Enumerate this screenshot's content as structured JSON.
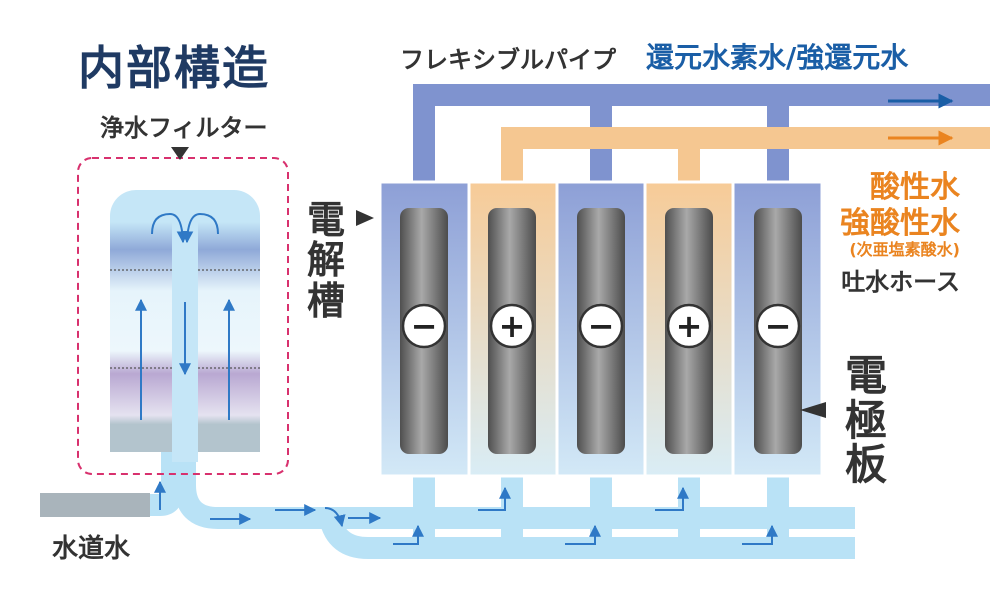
{
  "title": "内部構造",
  "labels": {
    "filter": "浄水フィルター",
    "flex_pipe": "フレキシブルパイプ",
    "reduced_water": "還元水素水/強還元水",
    "acid_water": "酸性水",
    "strong_acid_water": "強酸性水",
    "hypochlorous": "(次亜塩素酸水)",
    "discharge_hose": "吐水ホース",
    "electrolytic_cell": "電解槽",
    "electrode_plate": "電極板",
    "tap_water": "水道水"
  },
  "electrodes": [
    "−",
    "+",
    "−",
    "+",
    "−"
  ],
  "colors": {
    "title": "#1f3a63",
    "reduced_pipe": "#7f93cf",
    "acid_pipe": "#f5c791",
    "reduced_text": "#1a5ea6",
    "acid_text": "#ea8420",
    "water": "#b9e2f6",
    "flow_arrow": "#2f79c6",
    "filter_border": "#d8316e",
    "tap_pipe": "#a9b4bb"
  }
}
